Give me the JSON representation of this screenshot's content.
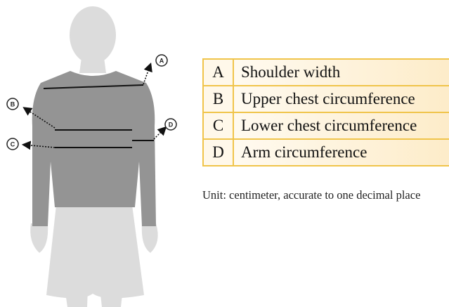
{
  "diagram": {
    "markers": [
      {
        "key": "A"
      },
      {
        "key": "B"
      },
      {
        "key": "C"
      },
      {
        "key": "D"
      }
    ],
    "colors": {
      "body": "#dcdcdc",
      "shirt": "#949494",
      "line": "#111111",
      "table_border": "#f0c44a",
      "table_fill": "#fdecc9"
    }
  },
  "legend": {
    "rows": [
      {
        "key": "A",
        "label": "Shoulder width"
      },
      {
        "key": "B",
        "label": "Upper chest circumference"
      },
      {
        "key": "C",
        "label": "Lower chest circumference"
      },
      {
        "key": "D",
        "label": "Arm circumference"
      }
    ]
  },
  "unit_note": "Unit: centimeter, accurate to one decimal place"
}
